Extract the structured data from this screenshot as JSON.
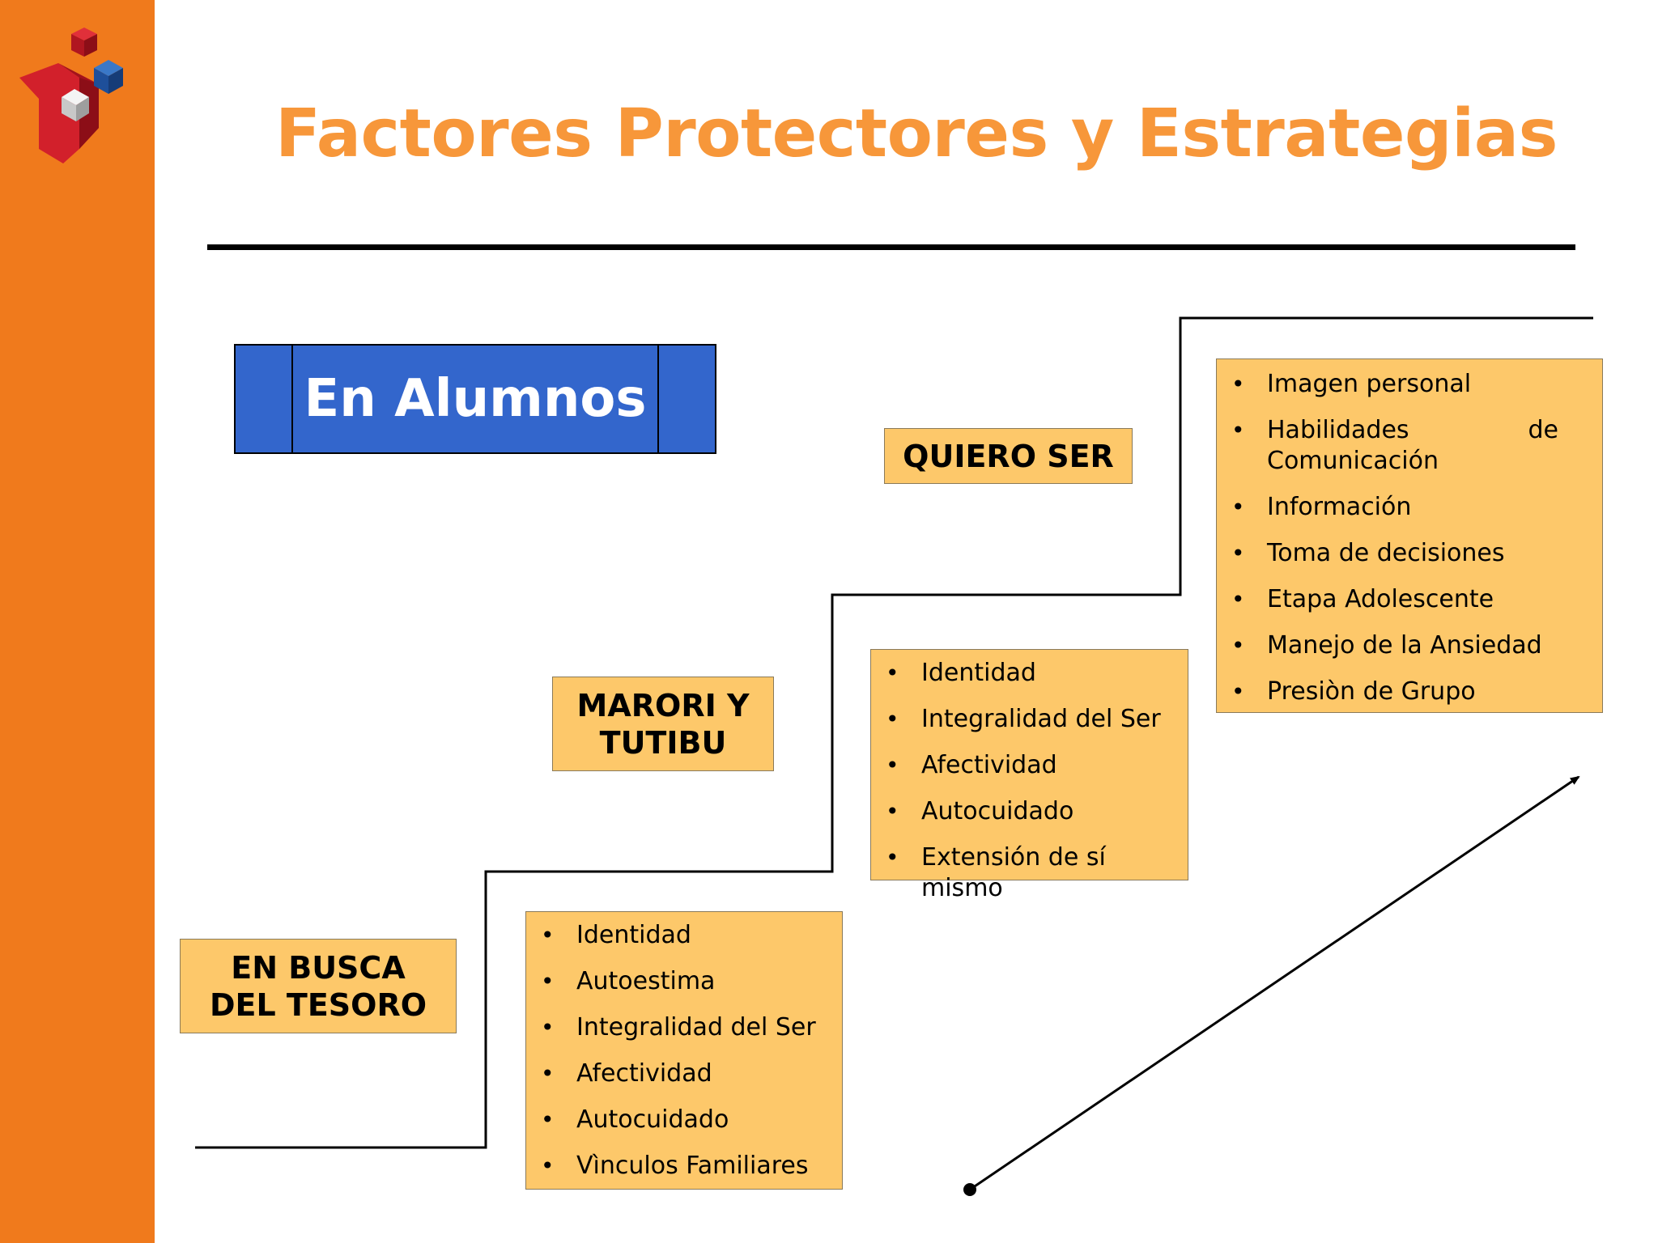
{
  "slide": {
    "title": "Factores Protectores y Estrategias",
    "section_label": "En Alumnos"
  },
  "stages": [
    {
      "label": "EN BUSCA DEL TESORO",
      "label_lines": [
        "EN BUSCA",
        "DEL TESORO"
      ],
      "items": [
        "Identidad",
        "Autoestima",
        "Integralidad del Ser",
        "Afectividad",
        "Autocuidado",
        "Vìnculos Familiares"
      ]
    },
    {
      "label": "MARORI Y TUTIBU",
      "label_lines": [
        "MARORI Y",
        "TUTIBU"
      ],
      "items": [
        "Identidad",
        "Integralidad del Ser",
        "Afectividad",
        "Autocuidado",
        "Extensión de sí mismo"
      ]
    },
    {
      "label": "QUIERO SER",
      "label_lines": [
        "QUIERO SER"
      ],
      "items": [
        "Imagen personal",
        "Habilidades de Comunicación",
        "Información",
        "Toma de decisiones",
        "Etapa Adolescente",
        "Manejo de la Ansiedad",
        "Presiòn de Grupo"
      ]
    }
  ],
  "colors": {
    "sidebar": "#f07a1c",
    "title": "#f7973a",
    "section_box": "#3366cc",
    "stage_box": "#fdc86a"
  },
  "icons": [
    "logo-cubes-icon",
    "growth-arrow-icon"
  ]
}
